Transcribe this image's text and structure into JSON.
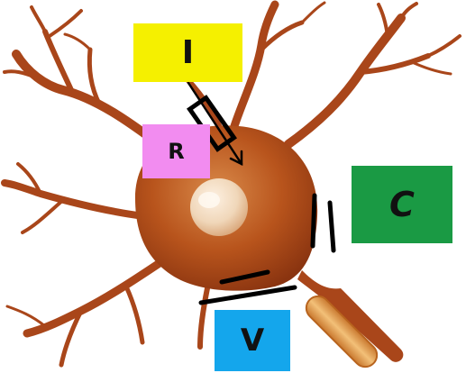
{
  "labels": {
    "current": "I",
    "resistance": "R",
    "capacitance": "C",
    "voltage": "V"
  },
  "colors": {
    "current_box": "#f5f000",
    "resistance_box": "#f28cf0",
    "capacitance_box": "#1a9a44",
    "voltage_box": "#14a6ec",
    "neuron_body": "#b8541c",
    "nucleus": "#f2dcc0",
    "axon": "#e8a85a"
  }
}
